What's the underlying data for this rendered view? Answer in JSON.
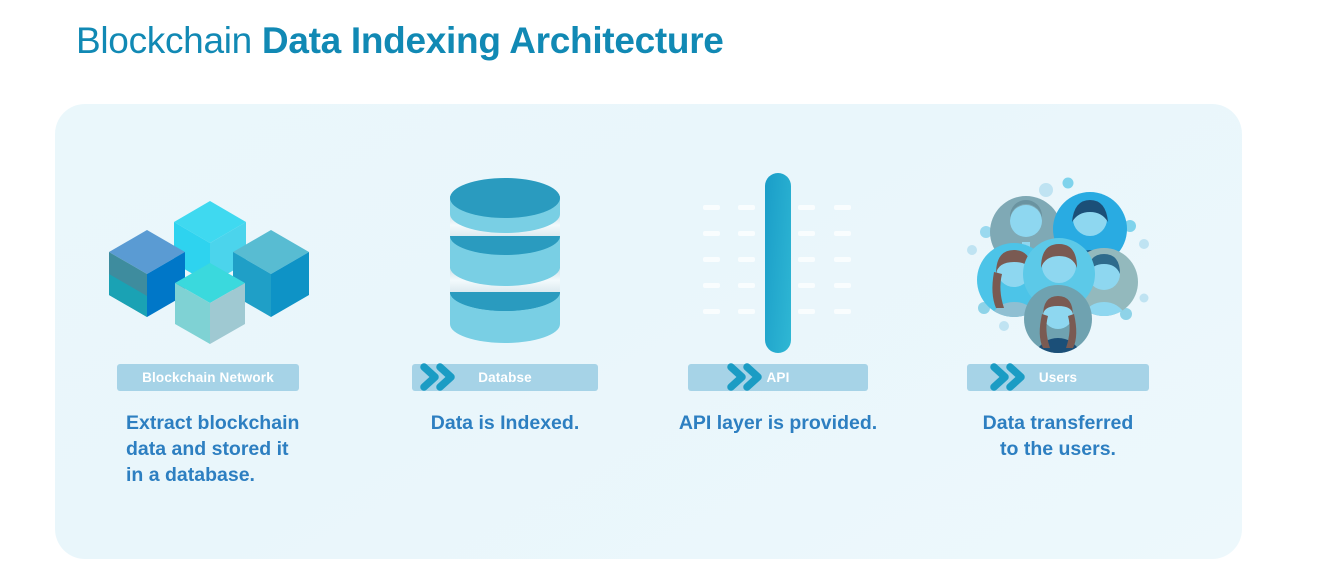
{
  "title": {
    "light": "Blockchain",
    "bold": "Data Indexing Architecture"
  },
  "colors": {
    "title": "#1189b4",
    "panel_bg": "#eaf7fb",
    "pill_bg": "#a6d3e7",
    "pill_text": "#ffffff",
    "caption_text": "#2d7fc1",
    "chevron": "#1b9cc4",
    "accent_cyan": "#2fc6e8",
    "accent_blue": "#0077c8",
    "accent_teal": "#2a9bbf"
  },
  "steps": [
    {
      "icon": "blockchain-cubes-icon",
      "label": "Blockchain Network",
      "caption": "Extract blockchain\ndata and stored it\nin a database."
    },
    {
      "icon": "database-stack-icon",
      "label": "Databse",
      "caption": "Data is Indexed."
    },
    {
      "icon": "api-bar-icon",
      "label": "API",
      "caption": "API layer is provided."
    },
    {
      "icon": "users-group-icon",
      "label": "Users",
      "caption": "Data transferred\nto the users."
    }
  ],
  "connectors": [
    {
      "icon": "double-chevron-right-icon"
    },
    {
      "icon": "double-chevron-right-icon"
    },
    {
      "icon": "double-chevron-right-icon"
    }
  ]
}
